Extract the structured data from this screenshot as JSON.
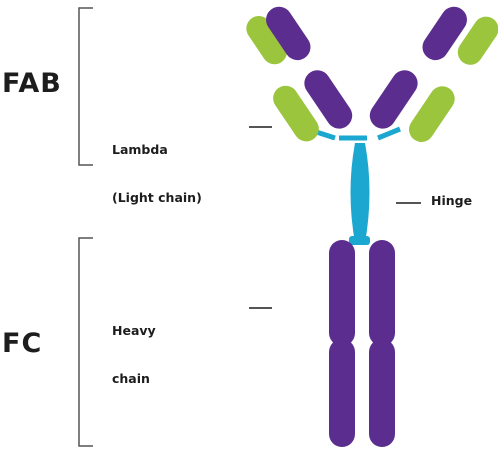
{
  "regions": {
    "fab": "FAB",
    "fc": "FC"
  },
  "labels": {
    "lambda_line1": "Lambda",
    "lambda_line2": "(Light chain)",
    "hinge": "Hinge",
    "heavy_line1": "Heavy",
    "heavy_line2": "chain"
  },
  "colors": {
    "heavy_chain": "#5b2d8e",
    "light_chain": "#9bc53d",
    "hinge": "#1ba7cf",
    "text": "#1d1d1d",
    "bracket": "#555555"
  }
}
